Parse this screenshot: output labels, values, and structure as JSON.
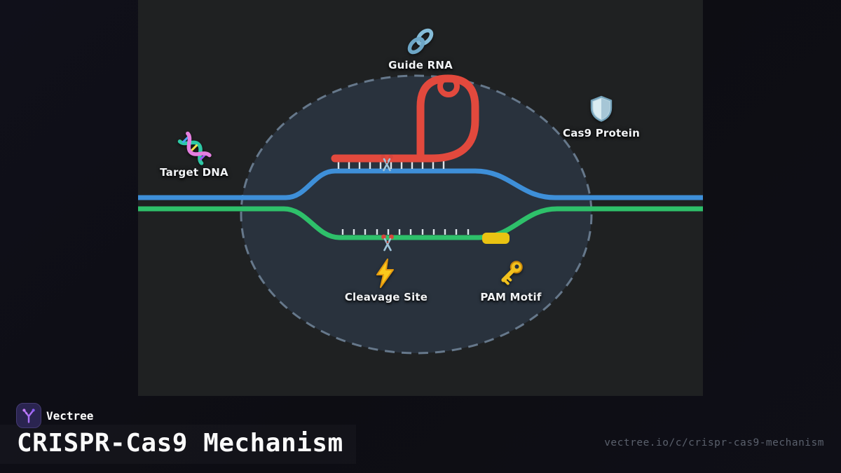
{
  "brand": {
    "name": "Vectree",
    "logo_icon": "vectree-v-icon"
  },
  "title": "CRISPR-Cas9 Mechanism",
  "share_url": "vectree.io/c/crispr-cas9-mechanism",
  "diagram": {
    "nodes": [
      {
        "id": "guide-rna",
        "label": "Guide RNA",
        "icon": "link-icon"
      },
      {
        "id": "cas9-protein",
        "label": "Cas9 Protein",
        "icon": "shield-icon"
      },
      {
        "id": "target-dna",
        "label": "Target DNA",
        "icon": "dna-icon"
      },
      {
        "id": "cleavage-site",
        "label": "Cleavage Site",
        "icon": "lightning-icon"
      },
      {
        "id": "pam-motif",
        "label": "PAM Motif",
        "icon": "key-icon"
      }
    ],
    "colors": {
      "guide_rna": "#e2493d",
      "dna_strand_top": "#3e8fd8",
      "dna_strand_bottom": "#2ec06a",
      "pam_block": "#eac312",
      "protein_outline": "#66788b",
      "base_pair_ticks": "#dde4ea"
    }
  }
}
